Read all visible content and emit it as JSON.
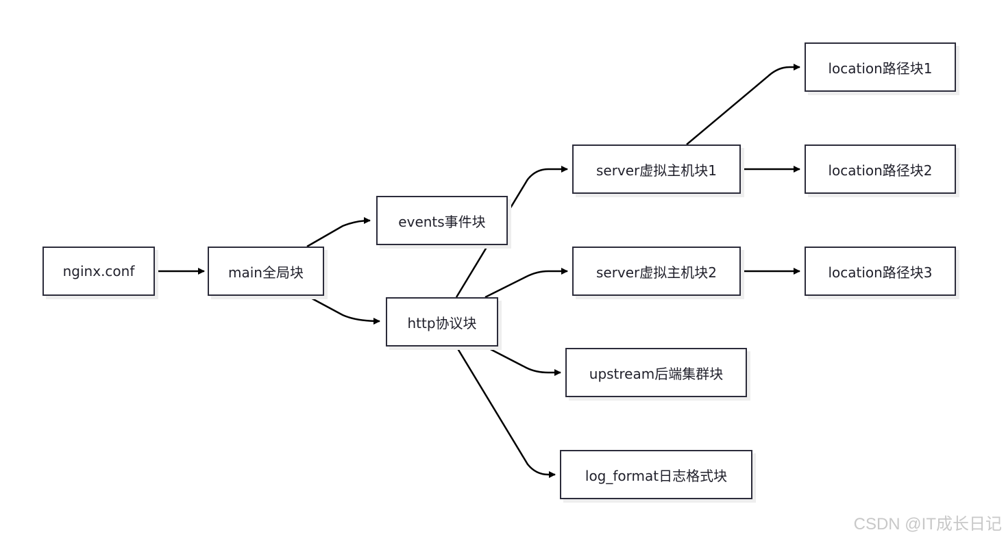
{
  "nodes": {
    "nginx_conf": "nginx.conf",
    "main": "main全局块",
    "events": "events事件块",
    "http": "http协议块",
    "server1": "server虚拟主机块1",
    "server2": "server虚拟主机块2",
    "upstream": "upstream后端集群块",
    "log_format": "log_format日志格式块",
    "location1": "location路径块1",
    "location2": "location路径块2",
    "location3": "location路径块3"
  },
  "edges": [
    [
      "nginx_conf",
      "main"
    ],
    [
      "main",
      "events"
    ],
    [
      "main",
      "http"
    ],
    [
      "http",
      "server1"
    ],
    [
      "http",
      "server2"
    ],
    [
      "http",
      "upstream"
    ],
    [
      "http",
      "log_format"
    ],
    [
      "server1",
      "location1"
    ],
    [
      "server1",
      "location2"
    ],
    [
      "server2",
      "location3"
    ]
  ],
  "watermark": "CSDN @IT成长日记",
  "colors": {
    "stroke": "#000000",
    "box_border": "#2b2b3a",
    "text": "#1f1f2a"
  }
}
